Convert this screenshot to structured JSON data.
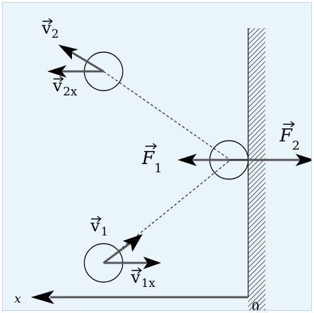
{
  "diagram": {
    "background_color": "#e9f5fb",
    "labels": {
      "v2": "v",
      "v2_sub": "2",
      "v2x": "v",
      "v2x_sub": "2x",
      "f1": "F",
      "f1_sub": "1",
      "f2": "F",
      "f2_sub": "2",
      "v1": "v",
      "v1_sub": "1",
      "v1x": "v",
      "v1x_sub": "1x",
      "axis_x": "x",
      "origin": "0"
    }
  }
}
